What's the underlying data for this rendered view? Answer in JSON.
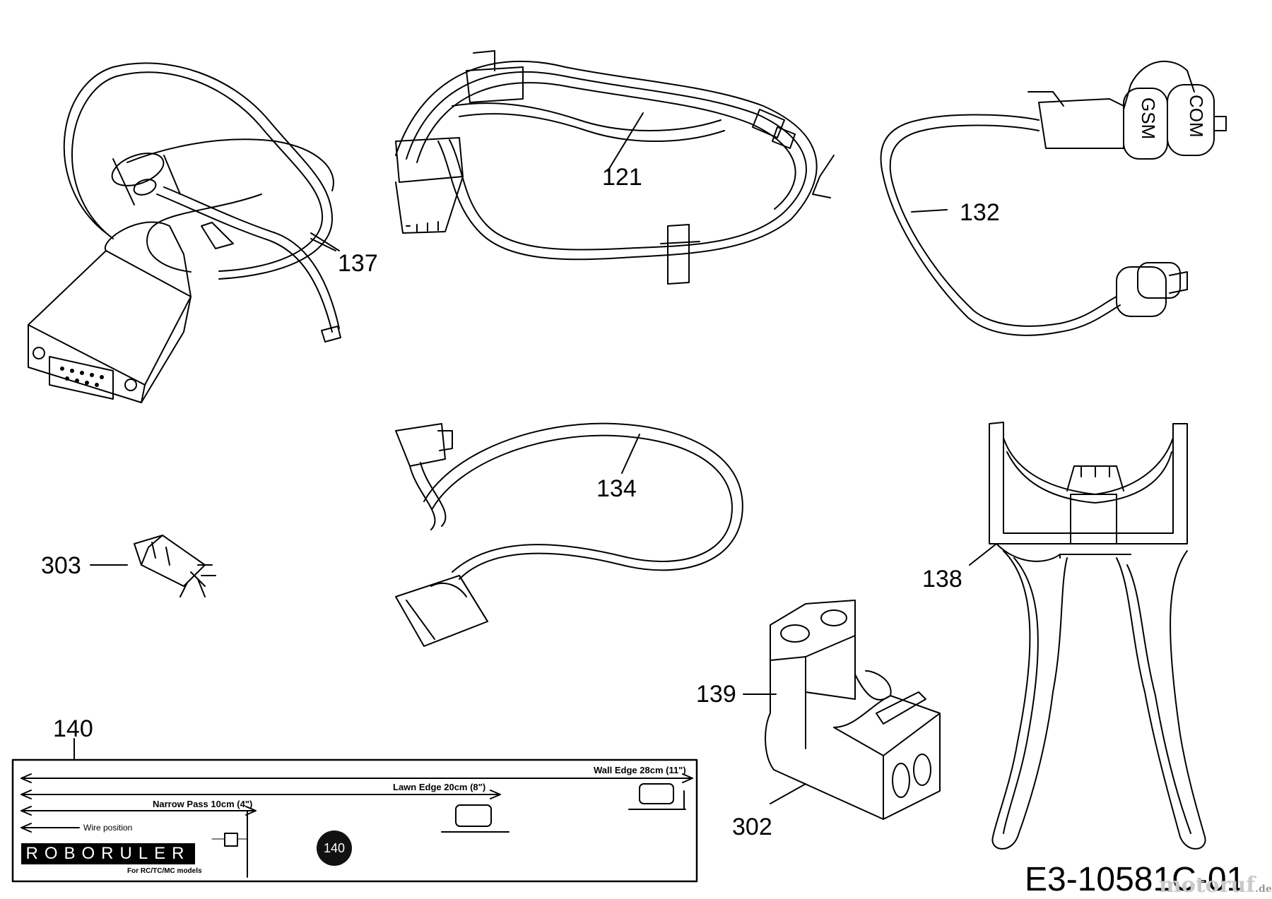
{
  "labels": {
    "p121": "121",
    "p132": "132",
    "p134": "134",
    "p137": "137",
    "p138": "138",
    "p139": "139",
    "p140": "140",
    "p302": "302",
    "p303": "303"
  },
  "connector_labels": {
    "gsm": "GSM",
    "com": "COM"
  },
  "roboruler": {
    "wall_edge": "Wall Edge 28cm (11\")",
    "lawn_edge": "Lawn Edge 20cm (8\")",
    "narrow_pass": "Narrow Pass 10cm (4\")",
    "wire_position": "Wire position",
    "brand": "ROBORULER",
    "models": "For RC/TC/MC models",
    "badge": "140"
  },
  "drawing_code": "E3-10581C-01",
  "watermark": {
    "name": "motoruf",
    "tld": ".de"
  }
}
